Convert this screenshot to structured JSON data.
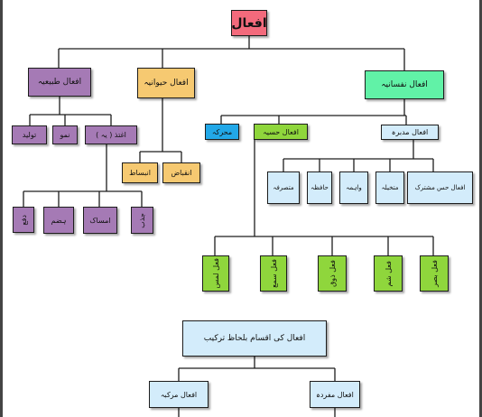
{
  "diagram": {
    "root": "افعال",
    "level1": {
      "tabeeya": "افعال طبیعیہ",
      "haiwania": "افعال حیوانیہ",
      "nafsania": "افعال نفسانیہ"
    },
    "tabeeya_children": {
      "tauleed": "تولید",
      "numoo": "نمو",
      "ightizya": "اغتذ ( یہ )"
    },
    "ightizya_children": {
      "dafa": "دفع",
      "hazm": "ہضم",
      "imsaak": "امساک",
      "jazb": "جذب"
    },
    "haiwania_children": {
      "inbisaat": "انبساط",
      "inqibaaz": "انقباض"
    },
    "nafsania_children": {
      "muharrika": "محرکہ",
      "hassiya": "افعال حسیہ",
      "mudabbira": "افعال مدبرہ"
    },
    "mudabbira_children": {
      "mutasarrifa": "متصرفہ",
      "hafiza": "حافظہ",
      "wahima": "واہمہ",
      "mutakhayyila": "متخیلہ",
      "hiss_mushtarik": "افعال حس مشترک"
    },
    "hassiya_children": {
      "lams": "فعل لمس",
      "sama": "فعل سمع",
      "zauq": "فعل ذوق",
      "sham": "فعل شم",
      "basar": "فعل بصر"
    },
    "tarkeeb_title": "افعال کی اقسام بلحاظ ترکیب",
    "murakkaba": "افعال مرکبہ",
    "mufrada": "افعال مفردہ"
  },
  "colors": {
    "root": "#f36a7c",
    "tabeeya": "#a57ab5",
    "haiwania": "#f6c971",
    "nafsania": "#61f2a7",
    "hassiya": "#8fd63c",
    "muharrika": "#22a8e8",
    "mudabbira": "#d3ecfb"
  }
}
